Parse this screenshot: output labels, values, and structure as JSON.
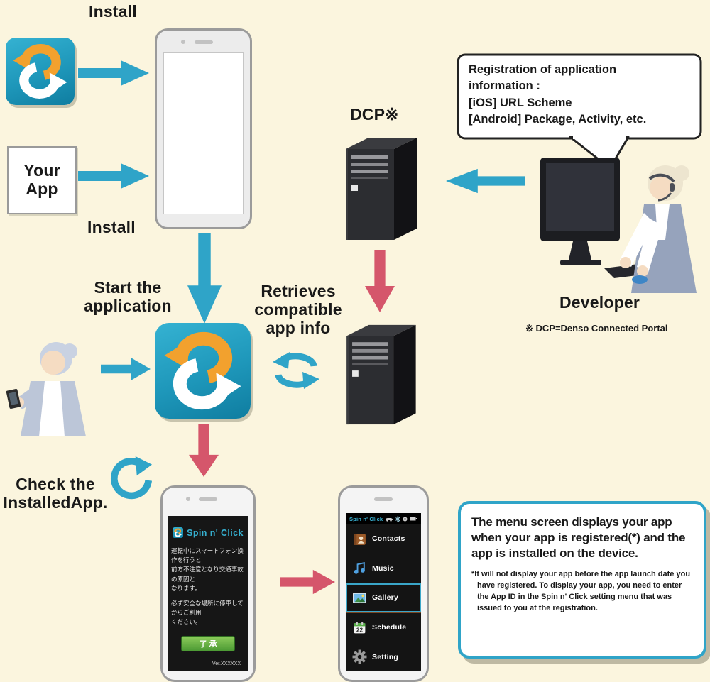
{
  "colors": {
    "background": "#FBF5DE",
    "arrow_blue": "#2FA4C8",
    "arrow_red": "#D5566B",
    "app_icon_teal": "#1E9CC0",
    "info_border": "#2FA4C8"
  },
  "labels": {
    "install_top": "Install",
    "install_bottom": "Install",
    "your_app": "Your\nApp",
    "dcp": "DCP※",
    "dcp_note": "※ DCP=Denso Connected Portal",
    "developer": "Developer",
    "start_application": "Start the\napplication",
    "retrieves_info": "Retrieves\ncompatible\napp info",
    "check_installed": "Check the\nInstalledApp."
  },
  "speech_bubble": {
    "text": "Registration of application\ninformation :\n[iOS] URL Scheme\n[Android] Package, Activity, etc."
  },
  "splash_screen": {
    "logo_text": "Spin n' Click",
    "warning_primary": "運転中にスマートフォン操作を行うと\n前方不注意となり交通事故の原因と\nなります。",
    "warning_secondary": "必ず安全な場所に停車してからご利用\nください。",
    "accept_button": "了 承",
    "version": "Ver.XXXXXX"
  },
  "menu_screen": {
    "header_title": "Spin n' Click",
    "items": [
      {
        "label": "Contacts"
      },
      {
        "label": "Music"
      },
      {
        "label": "Gallery",
        "selected": true
      },
      {
        "label": "Schedule",
        "calendar_day": "22"
      },
      {
        "label": "Setting"
      }
    ]
  },
  "info_box": {
    "main_text": "The menu screen displays your app when your app is registered(*) and the app is installed on the device.",
    "footnote": "*It will not display your app before the app launch date you have registered. To display your app, you need to enter the App ID in the Spin n' Click setting menu that was  issued to you at the registration."
  }
}
